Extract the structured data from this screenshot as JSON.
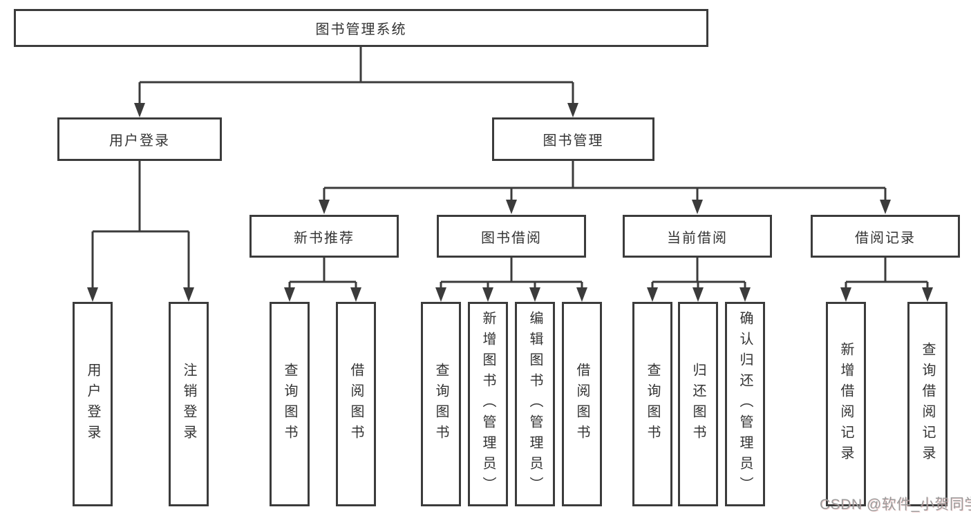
{
  "colors": {
    "canvas_bg": "#ffffff",
    "box_bg": "#ffffff",
    "line": "#3b3b3b",
    "text": "#333333",
    "watermark": "#9a9a9a"
  },
  "tree": {
    "root": "图书管理系统",
    "user": {
      "label": "用户登录",
      "children": [
        "用户登录",
        "注销登录"
      ]
    },
    "book": {
      "label": "图书管理",
      "groups": [
        {
          "label": "新书推荐",
          "children": [
            "查询图书",
            "借阅图书"
          ]
        },
        {
          "label": "图书借阅",
          "children": [
            "查询图书",
            "新增图书（管理员）",
            "编辑图书（管理员）",
            "借阅图书"
          ]
        },
        {
          "label": "当前借阅",
          "children": [
            "查询图书",
            "归还图书",
            "确认归还（管理员）"
          ]
        },
        {
          "label": "借阅记录",
          "children": [
            "新增借阅记录",
            "查询借阅记录"
          ]
        }
      ]
    }
  },
  "watermark": "CSDN @软件_小贺同学"
}
